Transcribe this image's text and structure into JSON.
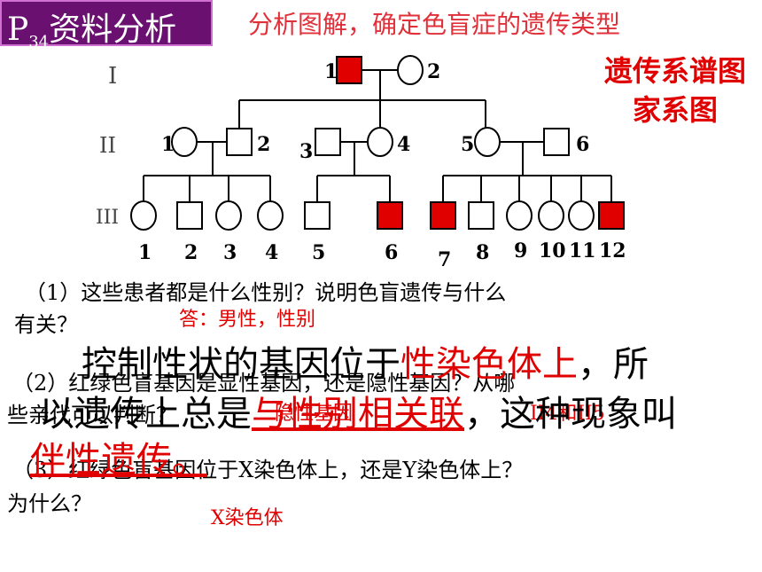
{
  "header": {
    "badge_main": "P",
    "badge_sub": "34",
    "badge_rest": "资料分析",
    "subtitle": "分析图解，确定色盲症的遗传类型"
  },
  "right_title": {
    "line1": "遗传系谱图",
    "line2": "家系图"
  },
  "pedigree": {
    "generations": [
      "I",
      "II",
      "III"
    ],
    "gen1_numbers": [
      "1",
      "2"
    ],
    "gen2_numbers": [
      "1",
      "2",
      "3",
      "4",
      "5",
      "6"
    ],
    "gen3_numbers": [
      "1",
      "2",
      "3",
      "4",
      "5",
      "6",
      "7",
      "8",
      "9",
      "10",
      "11",
      "12"
    ],
    "affected_color": "#e00000"
  },
  "questions": {
    "q1_line1": "（1）这些患者都是什么性别？说明色盲遗传与什么",
    "q1_line2": "有关？",
    "q1_answer": "答：男性，性别",
    "q2_line1": "（2）红绿色盲基因是显性基因，还是隐性基因？从哪",
    "q2_line2": "些亲代可以判断？",
    "q2_answer": "隐性基因",
    "q2_answer2": "II4和II5",
    "q3_line1": "（3）红绿色盲基因位于X染色体上，还是Y染色体上？",
    "q3_line2": "为什么？",
    "q3_answer": "X染色体"
  },
  "overlay": {
    "line1_a": "控制性状的基因位于",
    "line1_red": "性染色体上",
    "line1_b": "，所",
    "line2_a": "以遗传上总是",
    "line2_red": "与性别相关联",
    "line2_b": "，这种现象叫",
    "line3_red": "伴性遗传。"
  }
}
